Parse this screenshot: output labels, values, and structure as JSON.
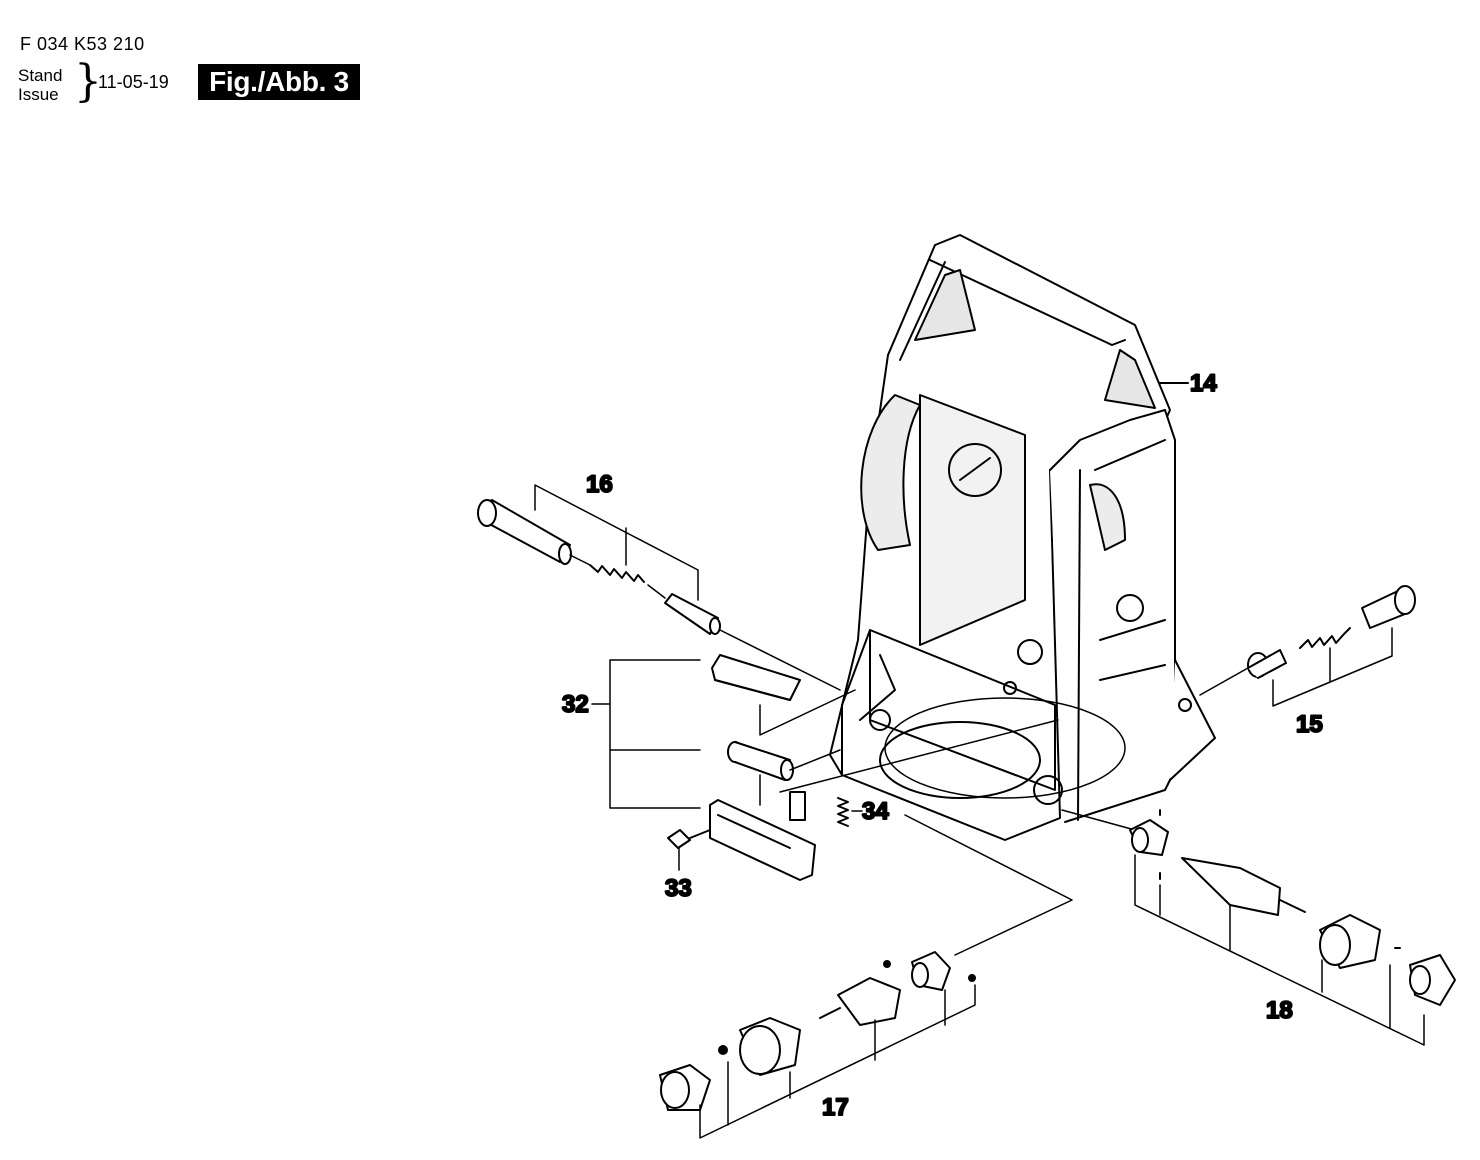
{
  "header": {
    "part_code": "F 034 K53 210",
    "stand": "Stand",
    "issue": "Issue",
    "brace": "}",
    "date": "11-05-19",
    "figure": "Fig./Abb. 3"
  },
  "labels": {
    "p14": "14",
    "p15": "15",
    "p16": "16",
    "p17": "17",
    "p18": "18",
    "p32": "32",
    "p33": "33",
    "p34": "34"
  }
}
